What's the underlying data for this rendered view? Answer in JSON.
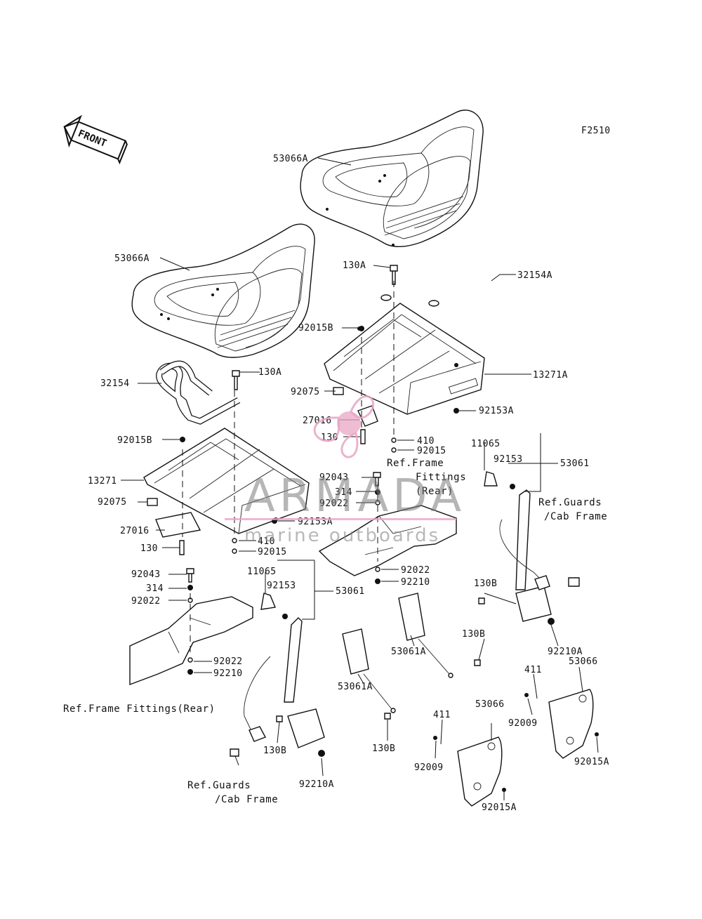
{
  "figure_code": "F2510",
  "front_arrow": {
    "label": "FRONT"
  },
  "labels": [
    {
      "id": "l1",
      "text": "53066A"
    },
    {
      "id": "l2",
      "text": "53066A"
    },
    {
      "id": "l3",
      "text": "130A"
    },
    {
      "id": "l4",
      "text": "32154A"
    },
    {
      "id": "l5",
      "text": "92015B"
    },
    {
      "id": "l6",
      "text": "13271A"
    },
    {
      "id": "l7",
      "text": "92075"
    },
    {
      "id": "l8",
      "text": "92153A"
    },
    {
      "id": "l9",
      "text": "27016"
    },
    {
      "id": "l10",
      "text": "130"
    },
    {
      "id": "l11",
      "text": "410"
    },
    {
      "id": "l12",
      "text": "92015"
    },
    {
      "id": "l13",
      "text": "130A"
    },
    {
      "id": "l14",
      "text": "32154"
    },
    {
      "id": "l15",
      "text": "92015B"
    },
    {
      "id": "l16",
      "text": "13271"
    },
    {
      "id": "l17",
      "text": "92075"
    },
    {
      "id": "l18",
      "text": "27016"
    },
    {
      "id": "l19",
      "text": "130"
    },
    {
      "id": "l20",
      "text": "92153A"
    },
    {
      "id": "l21",
      "text": "410"
    },
    {
      "id": "l22",
      "text": "92015"
    },
    {
      "id": "l23",
      "text": "92043"
    },
    {
      "id": "l24",
      "text": "314"
    },
    {
      "id": "l25",
      "text": "92022"
    },
    {
      "id": "l26",
      "text": "11065"
    },
    {
      "id": "l27",
      "text": "92153"
    },
    {
      "id": "l28",
      "text": "53061"
    },
    {
      "id": "l29",
      "text": "92043"
    },
    {
      "id": "l30",
      "text": "314"
    },
    {
      "id": "l31",
      "text": "92022"
    },
    {
      "id": "l32",
      "text": "92022"
    },
    {
      "id": "l33",
      "text": "92210"
    },
    {
      "id": "l34",
      "text": "11065"
    },
    {
      "id": "l35",
      "text": "92153"
    },
    {
      "id": "l36",
      "text": "53061"
    },
    {
      "id": "l37",
      "text": "130B"
    },
    {
      "id": "l38",
      "text": "92210A"
    },
    {
      "id": "l39",
      "text": "53061A"
    },
    {
      "id": "l40",
      "text": "130B"
    },
    {
      "id": "l41",
      "text": "53061A"
    },
    {
      "id": "l42",
      "text": "130B"
    },
    {
      "id": "l43",
      "text": "92022"
    },
    {
      "id": "l44",
      "text": "92210"
    },
    {
      "id": "l45",
      "text": "130B"
    },
    {
      "id": "l46",
      "text": "92210A"
    },
    {
      "id": "l47",
      "text": "411"
    },
    {
      "id": "l48",
      "text": "53066"
    },
    {
      "id": "l49",
      "text": "92009"
    },
    {
      "id": "l50",
      "text": "92015A"
    },
    {
      "id": "l51",
      "text": "411"
    },
    {
      "id": "l52",
      "text": "53066"
    },
    {
      "id": "l53",
      "text": "92009"
    },
    {
      "id": "l54",
      "text": "92015A"
    }
  ],
  "references": {
    "frame_rear_right": {
      "line1": "Ref.Frame",
      "line2": "Fittings",
      "line3": "(Rear)"
    },
    "guards_right": {
      "line1": "Ref.Guards",
      "line2": "/Cab Frame"
    },
    "frame_rear_left": {
      "line1": "Ref.Frame Fittings(Rear)"
    },
    "guards_left": {
      "line1": "Ref.Guards",
      "line2": "/Cab Frame"
    }
  },
  "watermark": {
    "brand": "ARMADA",
    "tagline": "marine outboards",
    "colors": {
      "logo": "#e8a6c4",
      "text": "#7b7b7b"
    }
  }
}
